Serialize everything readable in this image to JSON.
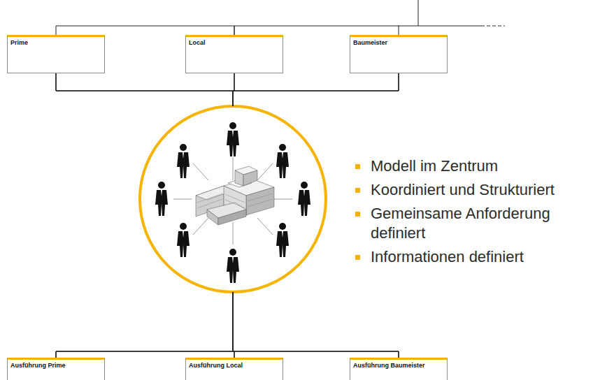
{
  "diagram": {
    "nodes": [
      {
        "text": [
          "Prime"
        ]
      },
      {
        "text": [
          "Local"
        ]
      },
      {
        "text": [
          "Baumeister"
        ]
      },
      {
        "text": [
          "Ausführung Prime"
        ]
      },
      {
        "text": [
          "Ausführung Local"
        ]
      },
      {
        "text": [
          "Ausführung Baumeister"
        ]
      }
    ],
    "edges": [
      {
        "from": 0,
        "to": 1,
        "arrow": "none"
      },
      {
        "from": 1,
        "to": 2,
        "arrow": "none"
      },
      {
        "from": 0,
        "to": 3,
        "arrow": "none"
      },
      {
        "from": 0,
        "to": 4,
        "arrow": "none"
      },
      {
        "from": 0,
        "to": 5,
        "arrow": "none"
      },
      {
        "from": 1,
        "to": 3,
        "arrow": "none"
      },
      {
        "from": 1,
        "to": 4,
        "arrow": "none"
      },
      {
        "from": 1,
        "to": 5,
        "arrow": "none"
      },
      {
        "from": 2,
        "to": 3,
        "arrow": "none"
      },
      {
        "from": 2,
        "to": 4,
        "arrow": "none"
      },
      {
        "from": 2,
        "to": 5,
        "arrow": "none"
      }
    ],
    "labels": [
      "Modell im Zentrum",
      "Koordiniert und Strukturiert",
      "Gemeinsame Anforderung definiert",
      "Informationen definiert"
    ]
  }
}
